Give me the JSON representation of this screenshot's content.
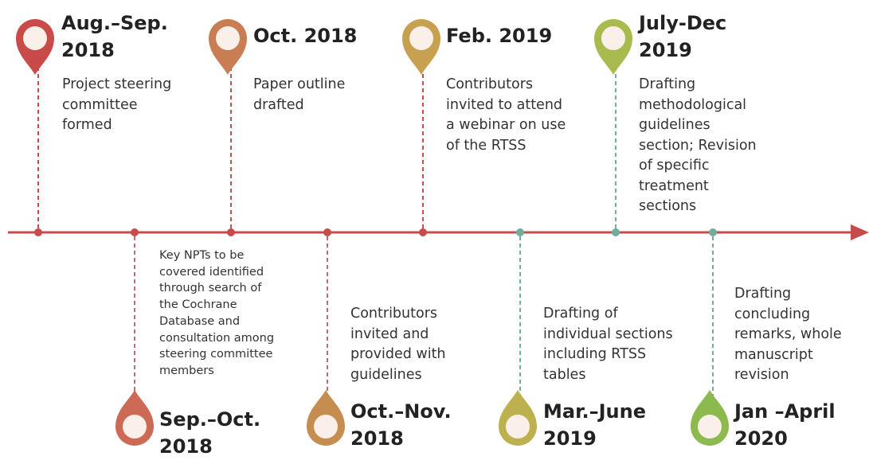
{
  "colors": {
    "axis": "#c84b4b",
    "top_stem_warm": "#c0504d",
    "top_stem_cool": "#6fae9b",
    "bottom_stem_warm": "#b07080",
    "bottom_stem_cool": "#6fae9b",
    "dot": "#c84b4b"
  },
  "milestones": [
    {
      "date": "Aug.–Sep.\n2018",
      "text": "Project steering\ncommittee\nformed",
      "position": "above",
      "pin_color": "#c94b49"
    },
    {
      "date": "Sep.–Oct.\n2018",
      "text": "Key NPTs to be\ncovered identified\nthrough search of\nthe Cochrane\nDatabase and\nconsultation  among\nsteering committee\nmembers",
      "position": "below",
      "pin_color": "#cd6a55"
    },
    {
      "date": "Oct. 2018",
      "text": "Paper outline\ndrafted",
      "position": "above",
      "pin_color": "#c87d52"
    },
    {
      "date": "Oct.–Nov.\n2018",
      "text": "Contributors\ninvited and\nprovided with\nguidelines",
      "position": "below",
      "pin_color": "#c58d50"
    },
    {
      "date": "Feb. 2019",
      "text": "Contributors\ninvited to attend\na webinar on use\nof the RTSS",
      "position": "above",
      "pin_color": "#c7a14f"
    },
    {
      "date": "Mar.–June\n2019",
      "text": "Drafting of\nindividual sections\nincluding RTSS\ntables",
      "position": "below",
      "pin_color": "#bdb14f"
    },
    {
      "date": "July-Dec\n2019",
      "text": "Drafting\nmethodological\nguidelines\nsection; Revision\nof specific\ntreatment\nsections",
      "position": "above",
      "pin_color": "#a9bb4f"
    },
    {
      "date": "Jan –April\n2020",
      "text": "Drafting\nconcluding\nremarks, whole\nmanuscript\nrevision",
      "position": "below",
      "pin_color": "#8dba4f"
    }
  ]
}
